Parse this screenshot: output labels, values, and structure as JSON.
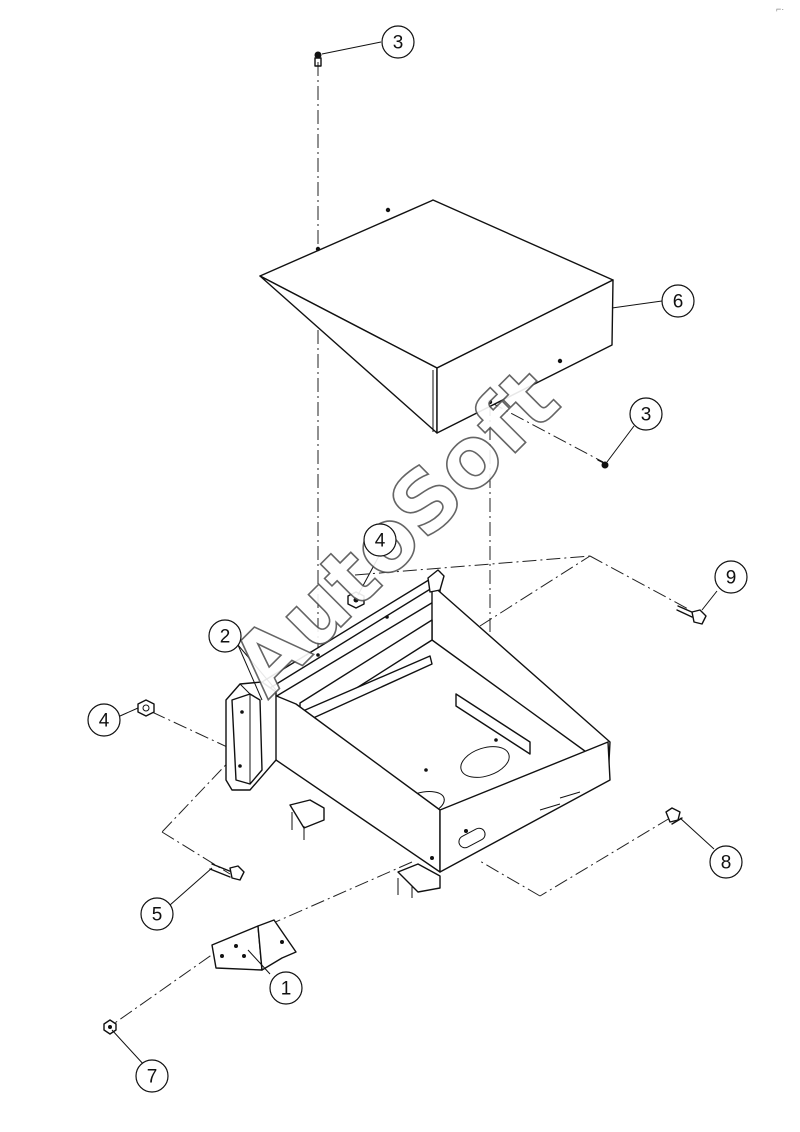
{
  "watermark": "AutoSoft",
  "callouts": [
    {
      "id": "c3-top",
      "label": "3"
    },
    {
      "id": "c6",
      "label": "6"
    },
    {
      "id": "c3-right",
      "label": "3"
    },
    {
      "id": "c4-mid",
      "label": "4"
    },
    {
      "id": "c9",
      "label": "9"
    },
    {
      "id": "c2",
      "label": "2"
    },
    {
      "id": "c4-left",
      "label": "4"
    },
    {
      "id": "c8",
      "label": "8"
    },
    {
      "id": "c5",
      "label": "5"
    },
    {
      "id": "c1",
      "label": "1"
    },
    {
      "id": "c7",
      "label": "7"
    }
  ],
  "colors": {
    "line": "#111111",
    "background": "#ffffff",
    "watermark_outline": "#555555"
  }
}
